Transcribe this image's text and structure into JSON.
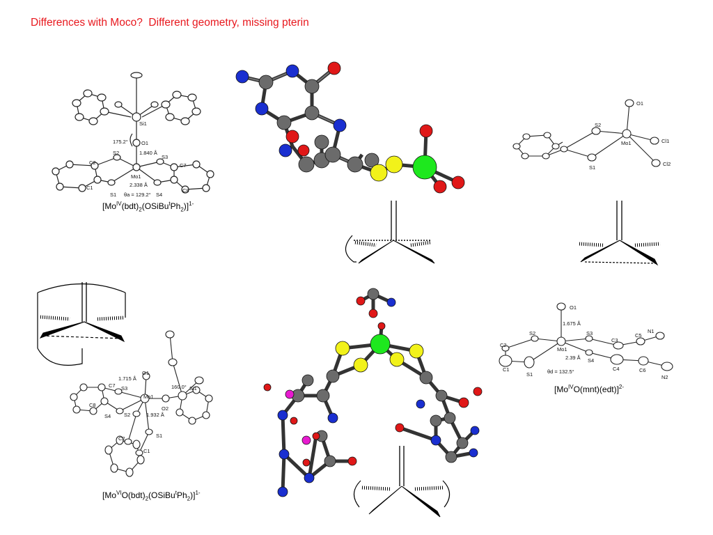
{
  "slide": {
    "title": "Differences with Moco?  Different geometry, missing pterin"
  },
  "structures": {
    "top_left": {
      "formula_parts": [
        "[Mo",
        "IV",
        "(bdt)",
        "2",
        "(OSiBu",
        "t",
        "Ph",
        "2",
        ")]",
        "1-"
      ],
      "atom_labels": [
        "Si1",
        "O1",
        "175.2°",
        "1.840 Å",
        "S2",
        "S3",
        "C2",
        "C7",
        "Mo1",
        "C1",
        "S1",
        "2.338 Å",
        "S4",
        "C8",
        "θa = 129.2°"
      ]
    },
    "top_right": {
      "atom_labels": [
        "O1",
        "S2",
        "Mo1",
        "Cl1",
        "S1",
        "Cl2"
      ]
    },
    "bottom_left": {
      "formula_parts": [
        "[Mo",
        "VI",
        "O(bdt)",
        "2",
        "(OSiBu",
        "t",
        "Ph",
        "2",
        ")]",
        "1-"
      ],
      "atom_labels": [
        "1.715 Å",
        "O1",
        "160.0°",
        "Si1",
        "C7",
        "S3",
        "Mo1",
        "C8",
        "O2",
        "S4",
        "S2",
        "1.932 Å",
        "C2",
        "S1",
        "C1"
      ]
    },
    "bottom_right": {
      "formula_parts": [
        "[Mo",
        "IV",
        "O(mnt)(edt)]",
        "2-"
      ],
      "atom_labels": [
        "O1",
        "1.675 Å",
        "S2",
        "S3",
        "C5",
        "N1",
        "C2",
        "Mo1",
        "C3",
        "2.39 Å",
        "S4",
        "C4",
        "C6",
        "C1",
        "S1",
        "θd = 132.5°",
        "N2"
      ]
    }
  },
  "colors": {
    "title": "#e8171d",
    "carbon": "#6b6b6b",
    "nitrogen": "#1a2fd0",
    "oxygen": "#e01818",
    "sulfur": "#f2f21a",
    "molybdenum": "#1ee81e",
    "phosphorus": "#e81ad0"
  }
}
